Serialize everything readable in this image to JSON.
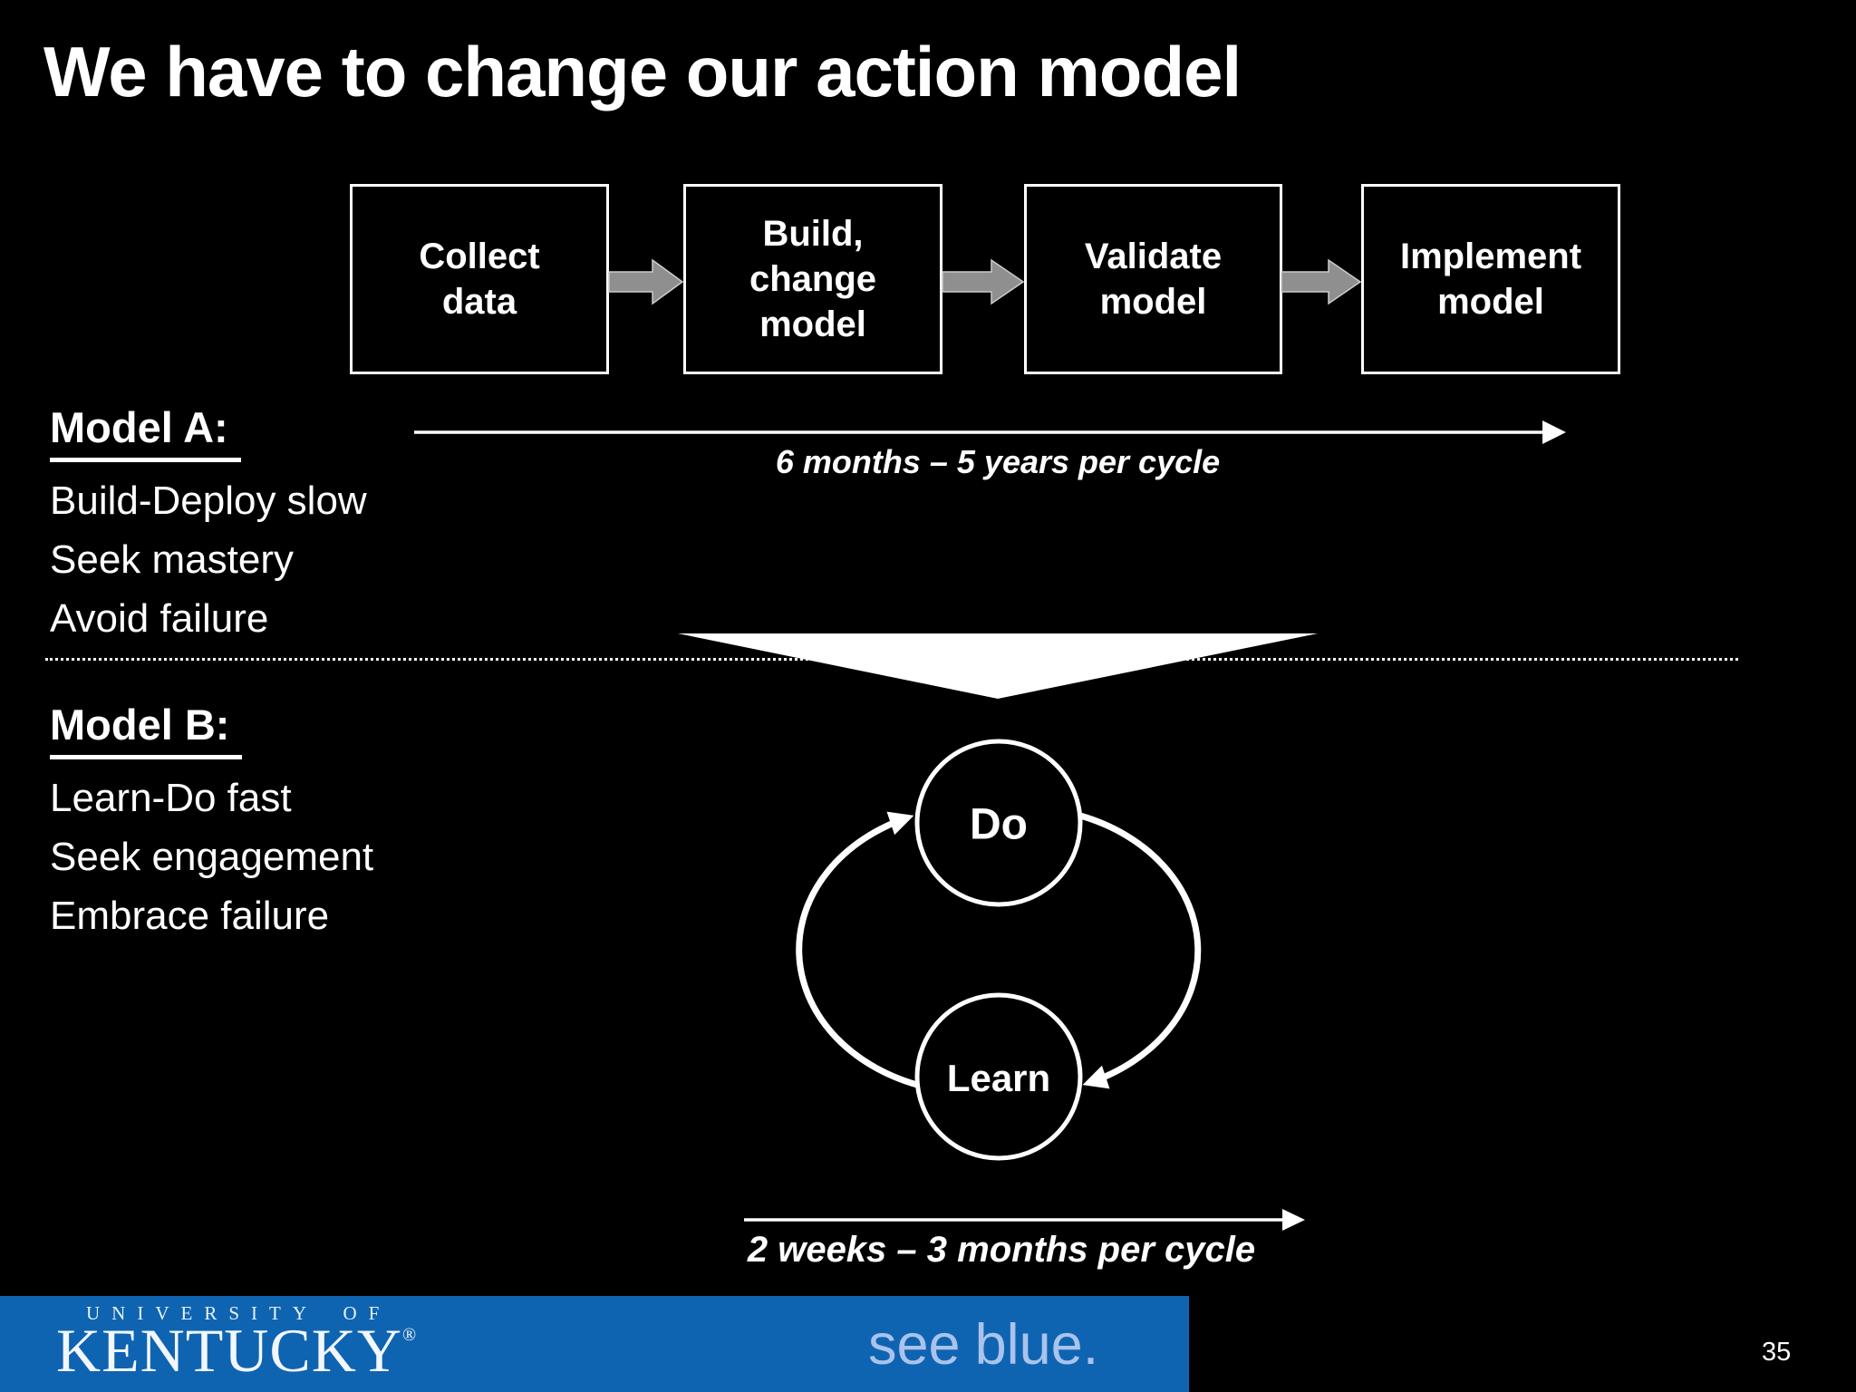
{
  "slide": {
    "title": "We have to change our action model",
    "page_number": "35",
    "colors": {
      "background": "#000000",
      "text": "#ffffff",
      "flow_arrow_gray": "#8f8f8f",
      "footer_blue": "#0f64b1",
      "tagline_blue": "#a9c3ec"
    }
  },
  "flow": {
    "boxes": [
      {
        "label": "Collect\ndata"
      },
      {
        "label": "Build,\nchange\nmodel"
      },
      {
        "label": "Validate\nmodel"
      },
      {
        "label": "Implement\nmodel"
      }
    ]
  },
  "model_a": {
    "heading": "Model A:",
    "items": [
      "Build-Deploy slow",
      "Seek mastery",
      "Avoid failure"
    ],
    "cycle_caption": "6 months – 5 years per cycle"
  },
  "model_b": {
    "heading": "Model B:",
    "items": [
      "Learn-Do fast",
      "Seek engagement",
      "Embrace failure"
    ],
    "cycle_caption": "2 weeks – 3 months per cycle",
    "cycle": {
      "node_do": "Do",
      "node_learn": "Learn"
    }
  },
  "footer": {
    "university_line1": "UNIVERSITY OF",
    "university_line2": "KENTUCKY",
    "registered_mark": "®",
    "tagline_see": "see",
    "tagline_blue": "blue."
  }
}
